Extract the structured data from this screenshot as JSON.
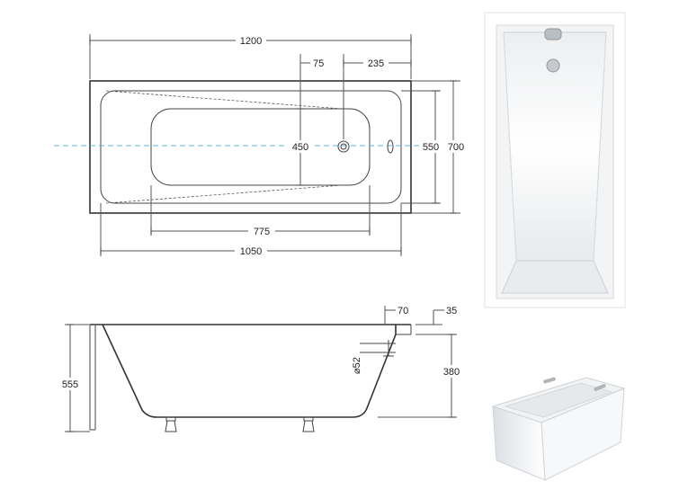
{
  "top_view": {
    "dims": {
      "overall_length": "1200",
      "tap_offset": "75",
      "drain_offset": "235",
      "inner_width_mid": "450",
      "inner_width": "550",
      "overall_width": "700",
      "bottom_length": "775",
      "inner_length": "1050"
    }
  },
  "side_view": {
    "dims": {
      "total_height": "555",
      "rim_width": "70",
      "rim_thickness": "35",
      "inner_depth": "380",
      "overflow_diameter": "⌀52"
    }
  },
  "colors": {
    "centerline": "#5bb8e6",
    "outline": "#333333"
  }
}
